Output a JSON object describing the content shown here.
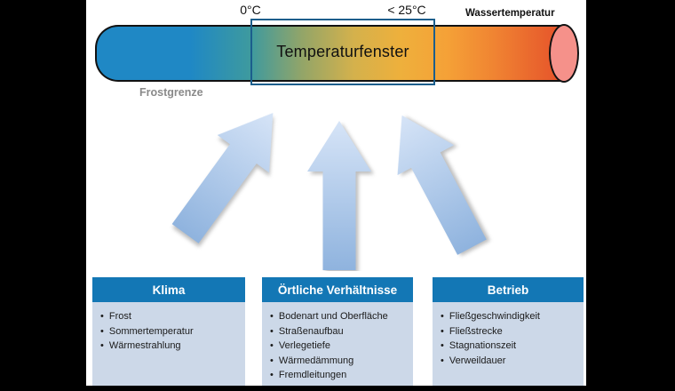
{
  "diagram": {
    "temp_low": "0°C",
    "temp_high": "< 25°C",
    "water_label": "Wassertemperatur",
    "frost_label": "Frostgrenze",
    "window_label": "Temperaturfenster"
  },
  "boxes": [
    {
      "title": "Klima",
      "items": [
        "Frost",
        "Sommertemperatur",
        "Wärmestrahlung"
      ]
    },
    {
      "title": "Örtliche Verhältnisse",
      "items": [
        "Bodenart und Oberfläche",
        "Straßenaufbau",
        "Verlegetiefe",
        "Wärmedämmung",
        "Fremdleitungen"
      ]
    },
    {
      "title": "Betrieb",
      "items": [
        "Fließgeschwindigkeit",
        "Fließstrecke",
        "Stagnationszeit",
        "Verweildauer"
      ]
    }
  ],
  "colors": {
    "header_blue": "#1377b5",
    "box_body": "#ccd8e8",
    "window_border": "#1b5e8c",
    "pipe_blue": "#1f88c5",
    "pipe_red": "#e5512a",
    "pipe_cap": "#f5918a",
    "arrow_light": "#d6e4f7",
    "arrow_dark": "#8fb3de"
  }
}
